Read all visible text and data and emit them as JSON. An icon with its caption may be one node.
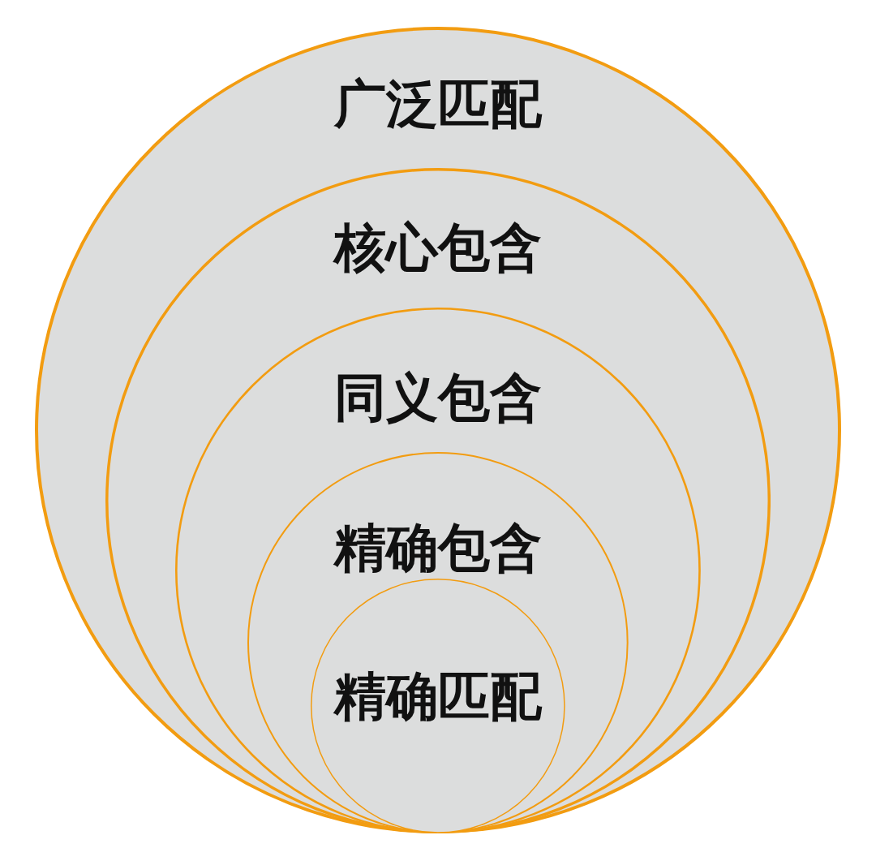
{
  "diagram": {
    "nodes": [
      {
        "text": [
          "广泛匹配"
        ]
      },
      {
        "text": [
          "核心包含"
        ],
        "in": 0
      },
      {
        "text": [
          "同义包含"
        ],
        "in": 1
      },
      {
        "text": [
          "精确包含"
        ],
        "in": 2
      },
      {
        "text": [
          "精确匹配"
        ],
        "in": 3
      }
    ]
  }
}
